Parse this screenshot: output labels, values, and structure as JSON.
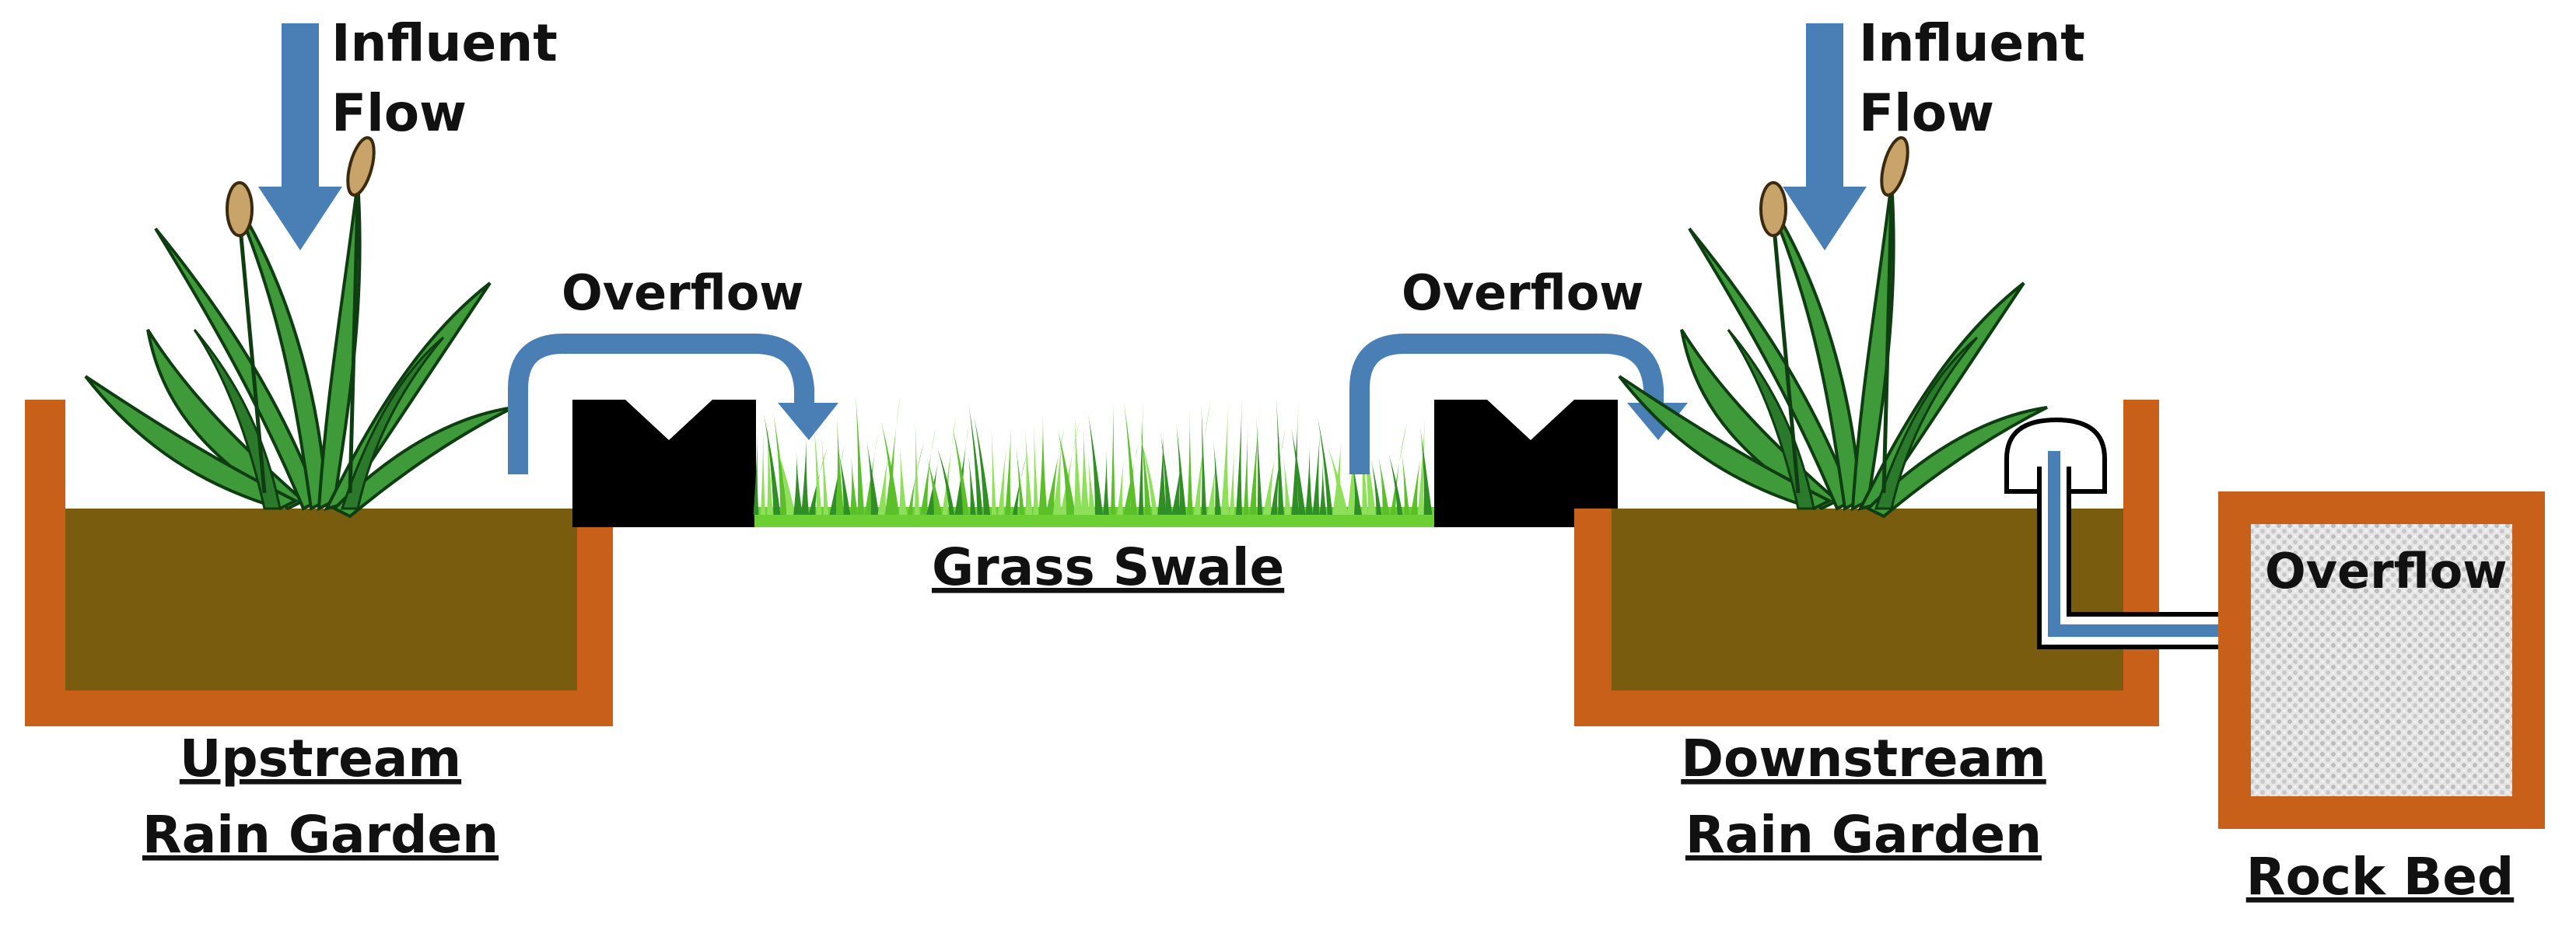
{
  "labels": {
    "influent_left_line1": "Influent",
    "influent_left_line2": "Flow",
    "influent_right_line1": "Influent",
    "influent_right_line2": "Flow",
    "overflow_left": "Overflow",
    "overflow_middle": "Overflow",
    "overflow_rockbed": "Overflow",
    "grass_swale": "Grass Swale",
    "upstream_line1": "Upstream",
    "upstream_line2": "Rain Garden",
    "downstream_line1": "Downstream",
    "downstream_line2": "Rain Garden",
    "rock_bed": "Rock Bed"
  },
  "colors": {
    "arrow_blue": "#4a7fb5",
    "box_orange": "#c8601a",
    "soil_brown": "#7a5c0e",
    "weir_black": "#000000",
    "grass_green": "#5bbf2a",
    "grass_dark": "#1e6b1e",
    "plant_green": "#3f9a3a",
    "rock_gray": "#d4d4d4"
  },
  "icons": {
    "plant": "rain-garden-plant-icon",
    "grass": "grass-icon",
    "weir": "weir-block-icon",
    "standpipe": "standpipe-icon"
  }
}
